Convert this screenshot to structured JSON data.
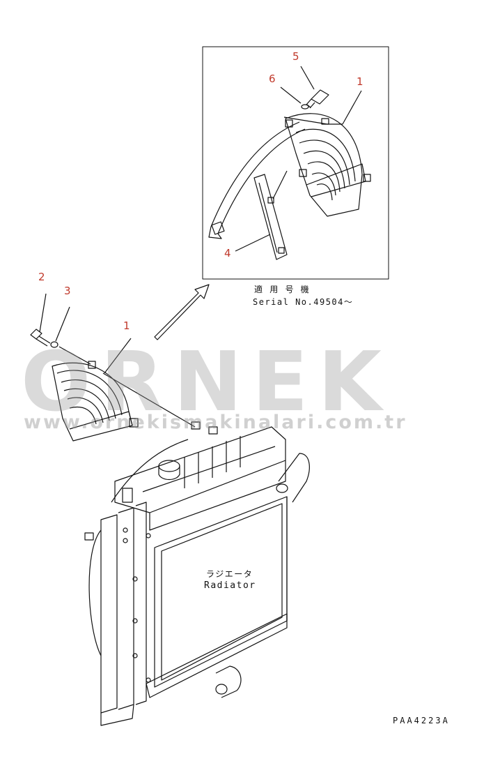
{
  "callouts": {
    "c5": "5",
    "c6": "6",
    "c1_top": "1",
    "c4": "4",
    "c2": "2",
    "c3": "3",
    "c1_left": "1"
  },
  "inset_caption": {
    "line1": "適 用 号 機",
    "line2": "Serial No.49504～"
  },
  "radiator_label": {
    "jp": "ラジエータ",
    "en": "Radiator"
  },
  "part_code": "PAA4223A",
  "watermark": {
    "brand": "ORNEK",
    "url": "www.ornekismakinalari.com.tr"
  },
  "colors": {
    "callout": "#c0392b",
    "line": "#111111",
    "watermark": "#969696"
  }
}
